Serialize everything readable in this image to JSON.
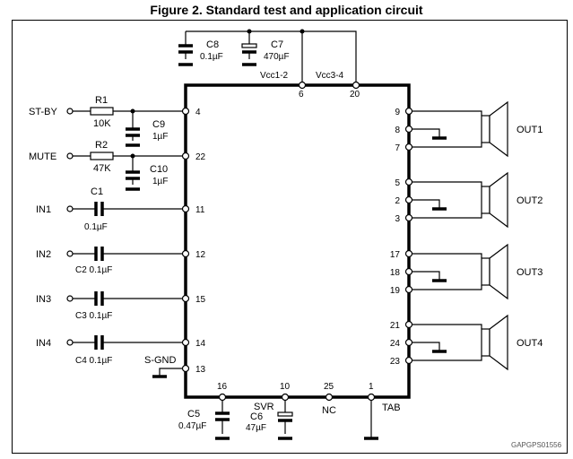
{
  "title": "Figure 2. Standard test and application circuit",
  "ic": {
    "left_pins": [
      "4",
      "22",
      "11",
      "12",
      "15",
      "14",
      "13"
    ],
    "right_pins": [
      "9",
      "8",
      "7",
      "5",
      "2",
      "3",
      "17",
      "18",
      "19",
      "21",
      "24",
      "23"
    ],
    "top_pins": [
      "6",
      "20"
    ],
    "bottom_pins": [
      "16",
      "10",
      "25",
      "1"
    ]
  },
  "power": {
    "vcc12": "Vcc1-2",
    "vcc34": "Vcc3-4"
  },
  "caps": {
    "c8": "C8",
    "c8v": "0.1µF",
    "c7": "C7",
    "c7v": "470µF",
    "c9": "C9",
    "c9v": "1µF",
    "c10": "C10",
    "c10v": "1µF",
    "c1": "C1",
    "c1v": "0.1µF",
    "c2": "C2 0.1µF",
    "c3": "C3 0.1µF",
    "c4": "C4 0.1µF",
    "c5": "C5",
    "c5v": "0.47µF",
    "c6": "C6",
    "c6v": "47µF"
  },
  "resistors": {
    "r1": "R1",
    "r1v": "10K",
    "r2": "R2",
    "r2v": "47K"
  },
  "inputs": {
    "stby": "ST-BY",
    "mute": "MUTE",
    "in1": "IN1",
    "in2": "IN2",
    "in3": "IN3",
    "in4": "IN4",
    "sgnd": "S-GND"
  },
  "outputs": [
    "OUT1",
    "OUT2",
    "OUT3",
    "OUT4"
  ],
  "bottom_labels": {
    "svr": "SVR",
    "nc": "NC",
    "tab": "TAB"
  },
  "code": "GAPGPS01556"
}
